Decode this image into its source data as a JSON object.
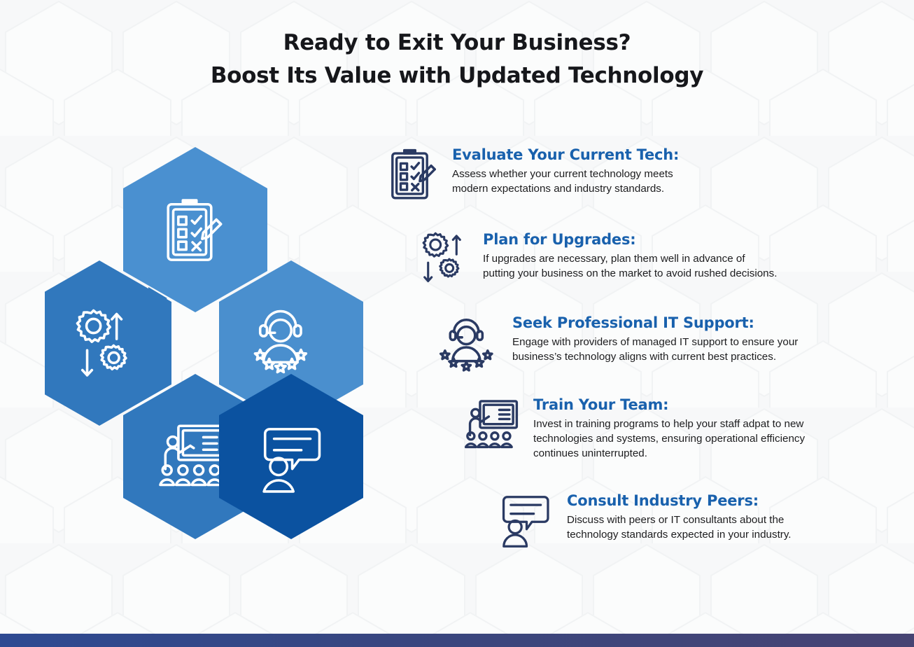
{
  "title": {
    "line1": "Ready to Exit Your Business?",
    "line2": "Boost Its Value with Updated Technology"
  },
  "colors": {
    "page_background": "#f7f8f9",
    "heading_blue": "#1961ad",
    "body_text": "#1d1d1f",
    "title_text": "#16171b",
    "icon_outline": "#2a3a63",
    "hex_top": "#4a90d0",
    "hex_mid_left": "#3178bd",
    "hex_mid_right": "#4a8fce",
    "hex_bottom_left": "#3178bd",
    "hex_bottom_right": "#0b52a0",
    "footer_gradient_start": "#2e4a92",
    "footer_gradient_end": "#474473"
  },
  "steps": [
    {
      "id": "evaluate-current-tech",
      "icon": "clipboard-checklist-pencil-icon",
      "heading": "Evaluate Your Current Tech:",
      "body_lines": [
        "Assess whether your current technology meets",
        "modern expectations and industry standards."
      ]
    },
    {
      "id": "plan-for-upgrades",
      "icon": "gears-upgrade-arrows-icon",
      "heading": "Plan for Upgrades:",
      "body_lines": [
        "If upgrades are necessary, plan them well in advance of",
        "putting your business on the market to avoid rushed decisions."
      ]
    },
    {
      "id": "seek-professional-it-support",
      "icon": "headset-support-agent-stars-icon",
      "heading": "Seek Professional IT Support:",
      "body_lines": [
        "Engage with providers of managed IT support to ensure your",
        "business’s technology aligns with current best practices."
      ]
    },
    {
      "id": "train-your-team",
      "icon": "presenter-whiteboard-audience-icon",
      "heading": "Train Your Team:",
      "body_lines": [
        "Invest in training programs to help your staff adpat to new",
        "technologies and systems, ensuring operational efficiency",
        "continues uninterrupted."
      ]
    },
    {
      "id": "consult-industry-peers",
      "icon": "person-chat-bubble-icon",
      "heading": "Consult Industry Peers:",
      "body_lines": [
        "Discuss with peers or IT consultants about the",
        "technology standards expected in your industry."
      ]
    }
  ],
  "hexagons": [
    {
      "id": "hex-evaluate-current-tech",
      "icon": "clipboard-checklist-pencil-icon",
      "position": "top-center",
      "fill": "#4a90d0"
    },
    {
      "id": "hex-plan-for-upgrades",
      "icon": "gears-upgrade-arrows-icon",
      "position": "middle-left",
      "fill": "#3178bd"
    },
    {
      "id": "hex-seek-professional-it-support",
      "icon": "headset-support-agent-stars-icon",
      "position": "middle-right",
      "fill": "#4a8fce"
    },
    {
      "id": "hex-train-your-team",
      "icon": "presenter-whiteboard-audience-icon",
      "position": "bottom-left",
      "fill": "#3178bd"
    },
    {
      "id": "hex-consult-industry-peers",
      "icon": "person-chat-bubble-icon",
      "position": "bottom-right",
      "fill": "#0b52a0"
    }
  ]
}
